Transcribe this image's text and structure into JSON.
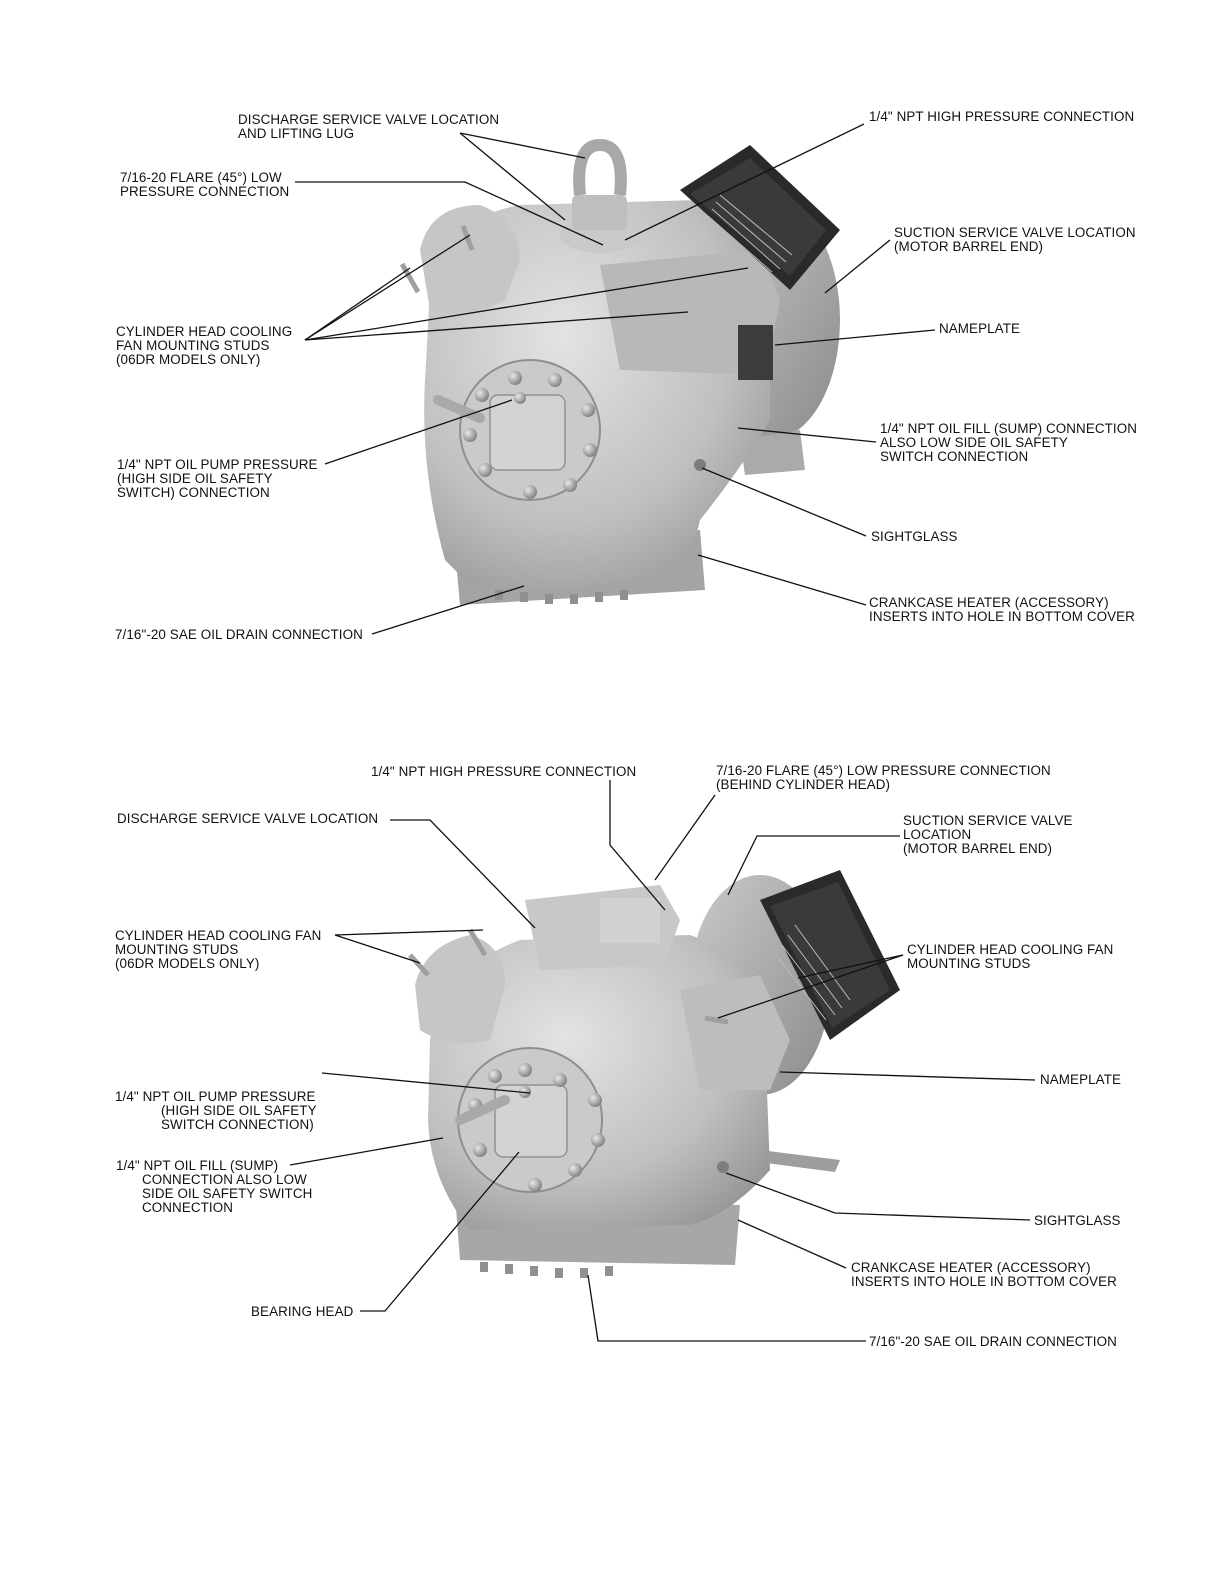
{
  "figure_top": {
    "labels": {
      "discharge_valve": "DISCHARGE SERVICE VALVE LOCATION\nAND LIFTING LUG",
      "high_pressure": "1/4\" NPT HIGH PRESSURE CONNECTION",
      "flare_low": "7/16-20 FLARE (45°) LOW\nPRESSURE CONNECTION",
      "suction_valve": "SUCTION SERVICE VALVE LOCATION\n(MOTOR BARREL END)",
      "fan_studs": "CYLINDER HEAD COOLING\nFAN MOUNTING STUDS\n(06DR MODELS ONLY)",
      "nameplate": "NAMEPLATE",
      "oil_fill": "1/4\" NPT OIL FILL (SUMP) CONNECTION\nALSO LOW SIDE OIL SAFETY\nSWITCH CONNECTION",
      "oil_pump": "1/4\" NPT OIL PUMP PRESSURE\n(HIGH SIDE OIL SAFETY\nSWITCH) CONNECTION",
      "sightglass": "SIGHTGLASS",
      "crankcase_heater": "CRANKCASE HEATER (ACCESSORY)\nINSERTS INTO HOLE IN BOTTOM COVER",
      "oil_drain": "7/16\"-20 SAE OIL DRAIN CONNECTION"
    }
  },
  "figure_bottom": {
    "labels": {
      "high_pressure": "1/4\" NPT HIGH PRESSURE CONNECTION",
      "flare_low": "7/16-20 FLARE (45°) LOW PRESSURE CONNECTION\n(BEHIND CYLINDER HEAD)",
      "discharge_valve": "DISCHARGE SERVICE VALVE LOCATION",
      "suction_valve": "SUCTION SERVICE VALVE\nLOCATION\n(MOTOR BARREL END)",
      "fan_studs_left": "CYLINDER HEAD COOLING FAN\nMOUNTING STUDS\n(06DR MODELS ONLY)",
      "fan_studs_right": "CYLINDER HEAD COOLING FAN\nMOUNTING STUDS",
      "oil_pump": "1/4\" NPT OIL PUMP PRESSURE\n(HIGH SIDE OIL SAFETY\nSWITCH CONNECTION)",
      "nameplate": "NAMEPLATE",
      "oil_fill": "1/4\" NPT OIL FILL (SUMP)\nCONNECTION ALSO LOW\nSIDE OIL SAFETY SWITCH\nCONNECTION",
      "sightglass": "SIGHTGLASS",
      "crankcase_heater": "CRANKCASE HEATER (ACCESSORY)\nINSERTS INTO HOLE IN BOTTOM COVER",
      "bearing_head": "BEARING HEAD",
      "oil_drain": "7/16\"-20 SAE OIL DRAIN CONNECTION"
    }
  },
  "colors": {
    "body": "#b9babb",
    "body_light": "#d4d5d6",
    "body_dark": "#8d8e90",
    "panel": "#2a2a2a",
    "line": "#111111"
  }
}
